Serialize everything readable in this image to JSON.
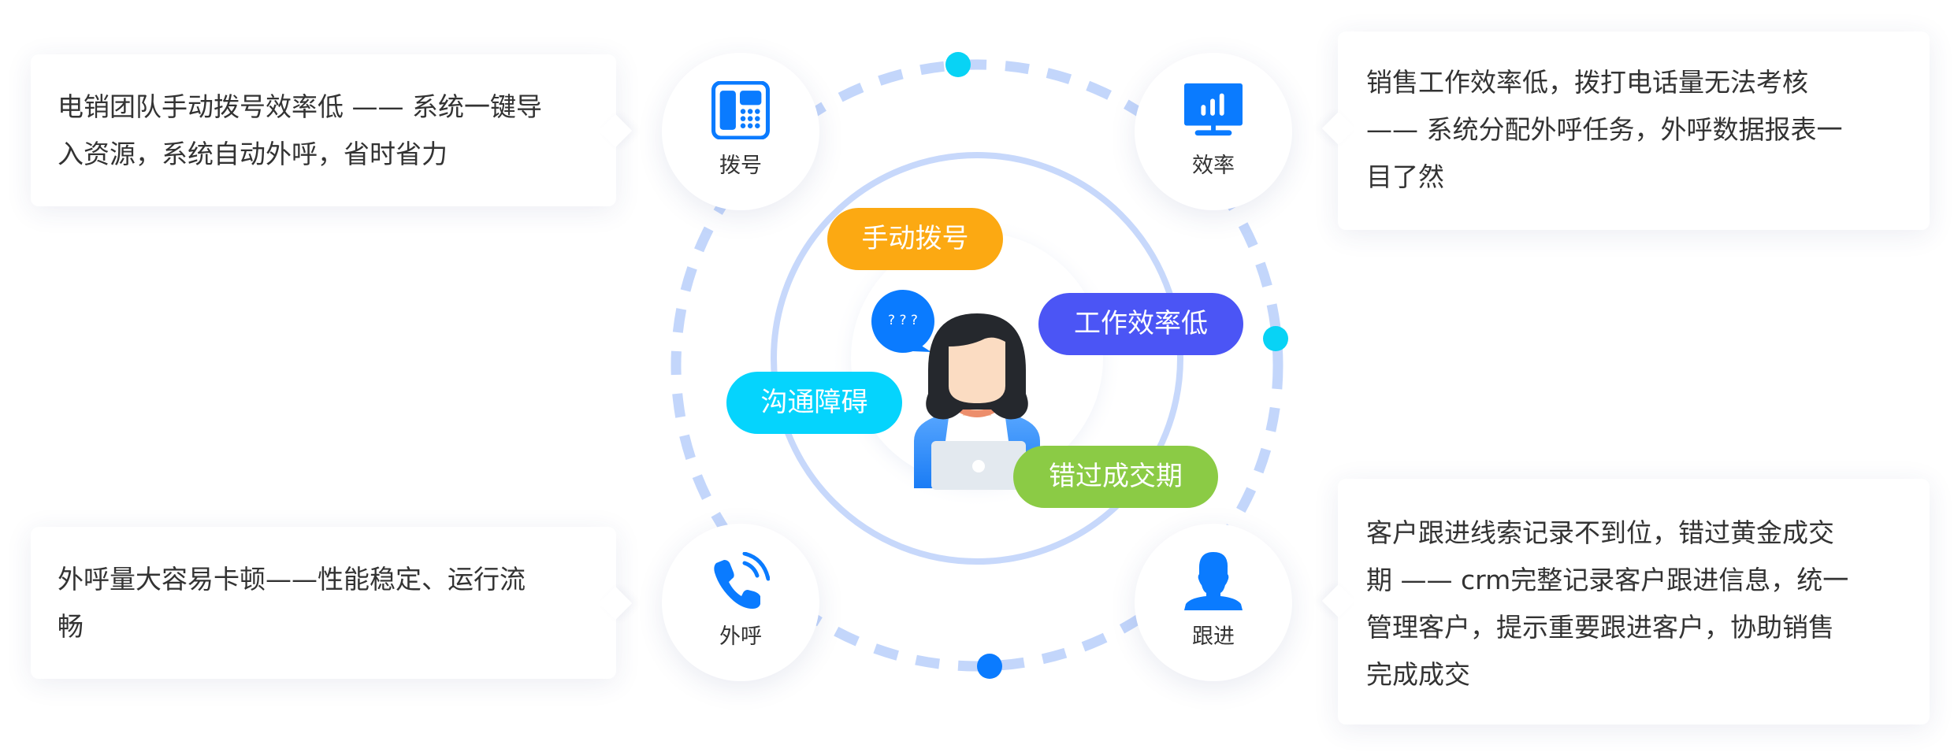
{
  "colors": {
    "primary": "#0A7BFF",
    "dash": "#C3D6FB",
    "ring": "#C7D8FB",
    "dot_cyan": "#08D3F5",
    "dot_blue": "#0A7BFF",
    "text": "#333333",
    "pill_orange": "#FCA912",
    "pill_purple": "#4B55F5",
    "pill_cyan": "#05D4FD",
    "pill_green": "#8BCB45"
  },
  "cards": {
    "top_left": {
      "lines": [
        "电销团队手动拨号效率低 —— 系统一键导",
        "入资源，系统自动外呼，省时省力"
      ]
    },
    "bottom_left": {
      "lines": [
        "外呼量大容易卡顿——性能稳定、运行流",
        "畅"
      ]
    },
    "top_right": {
      "lines": [
        "销售工作效率低，拨打电话量无法考核",
        "——  系统分配外呼任务，外呼数据报表一",
        "目了然"
      ]
    },
    "bottom_right": {
      "lines": [
        "客户跟进线索记录不到位，错过黄金成交",
        "期 —— crm完整记录客户跟进信息，统一",
        "管理客户，提示重要跟进客户，协助销售",
        "完成成交"
      ]
    }
  },
  "features": {
    "dial": {
      "label": "拨号",
      "icon": "desk-phone-icon"
    },
    "efficiency": {
      "label": "效率",
      "icon": "monitor-chart-icon"
    },
    "outbound": {
      "label": "外呼",
      "icon": "phone-calling-icon"
    },
    "followup": {
      "label": "跟进",
      "icon": "user-icon"
    }
  },
  "center": {
    "speech_bubble": "? ? ?",
    "avatar": "woman-at-laptop-illustration"
  },
  "pills": {
    "manual_dial": "手动拨号",
    "low_efficiency": "工作效率低",
    "communication": "沟通障碍",
    "missed_deal": "错过成交期"
  }
}
